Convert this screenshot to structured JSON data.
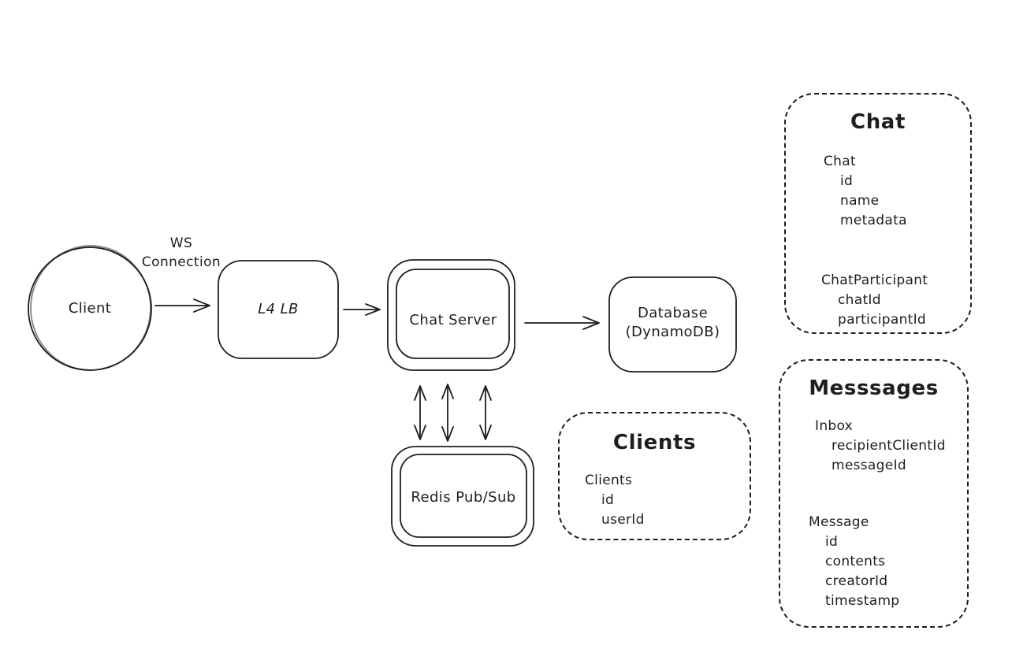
{
  "colors": {
    "stroke": "#1e1e1e",
    "background": "#ffffff"
  },
  "nodes": {
    "client": {
      "label": "Client"
    },
    "l4_lb": {
      "label": "L4 LB"
    },
    "chat_server": {
      "label": "Chat Server"
    },
    "database": {
      "label_line1": "Database",
      "label_line2": "(DynamoDB)"
    },
    "redis": {
      "label": "Redis Pub/Sub"
    }
  },
  "edges": {
    "ws_connection": {
      "line1": "WS",
      "line2": "Connection"
    }
  },
  "schemas": {
    "chat": {
      "title": "Chat",
      "entities": [
        {
          "name": "Chat",
          "fields": [
            "id",
            "name",
            "metadata"
          ]
        },
        {
          "name": "ChatParticipant",
          "fields": [
            "chatId",
            "participantId"
          ]
        }
      ]
    },
    "clients": {
      "title": "Clients",
      "entities": [
        {
          "name": "Clients",
          "fields": [
            "id",
            "userId"
          ]
        }
      ]
    },
    "messages": {
      "title": "Messsages",
      "entities": [
        {
          "name": "Inbox",
          "fields": [
            "recipientClientId",
            "messageId"
          ]
        },
        {
          "name": "Message",
          "fields": [
            "id",
            "contents",
            "creatorId",
            "timestamp"
          ]
        }
      ]
    }
  }
}
